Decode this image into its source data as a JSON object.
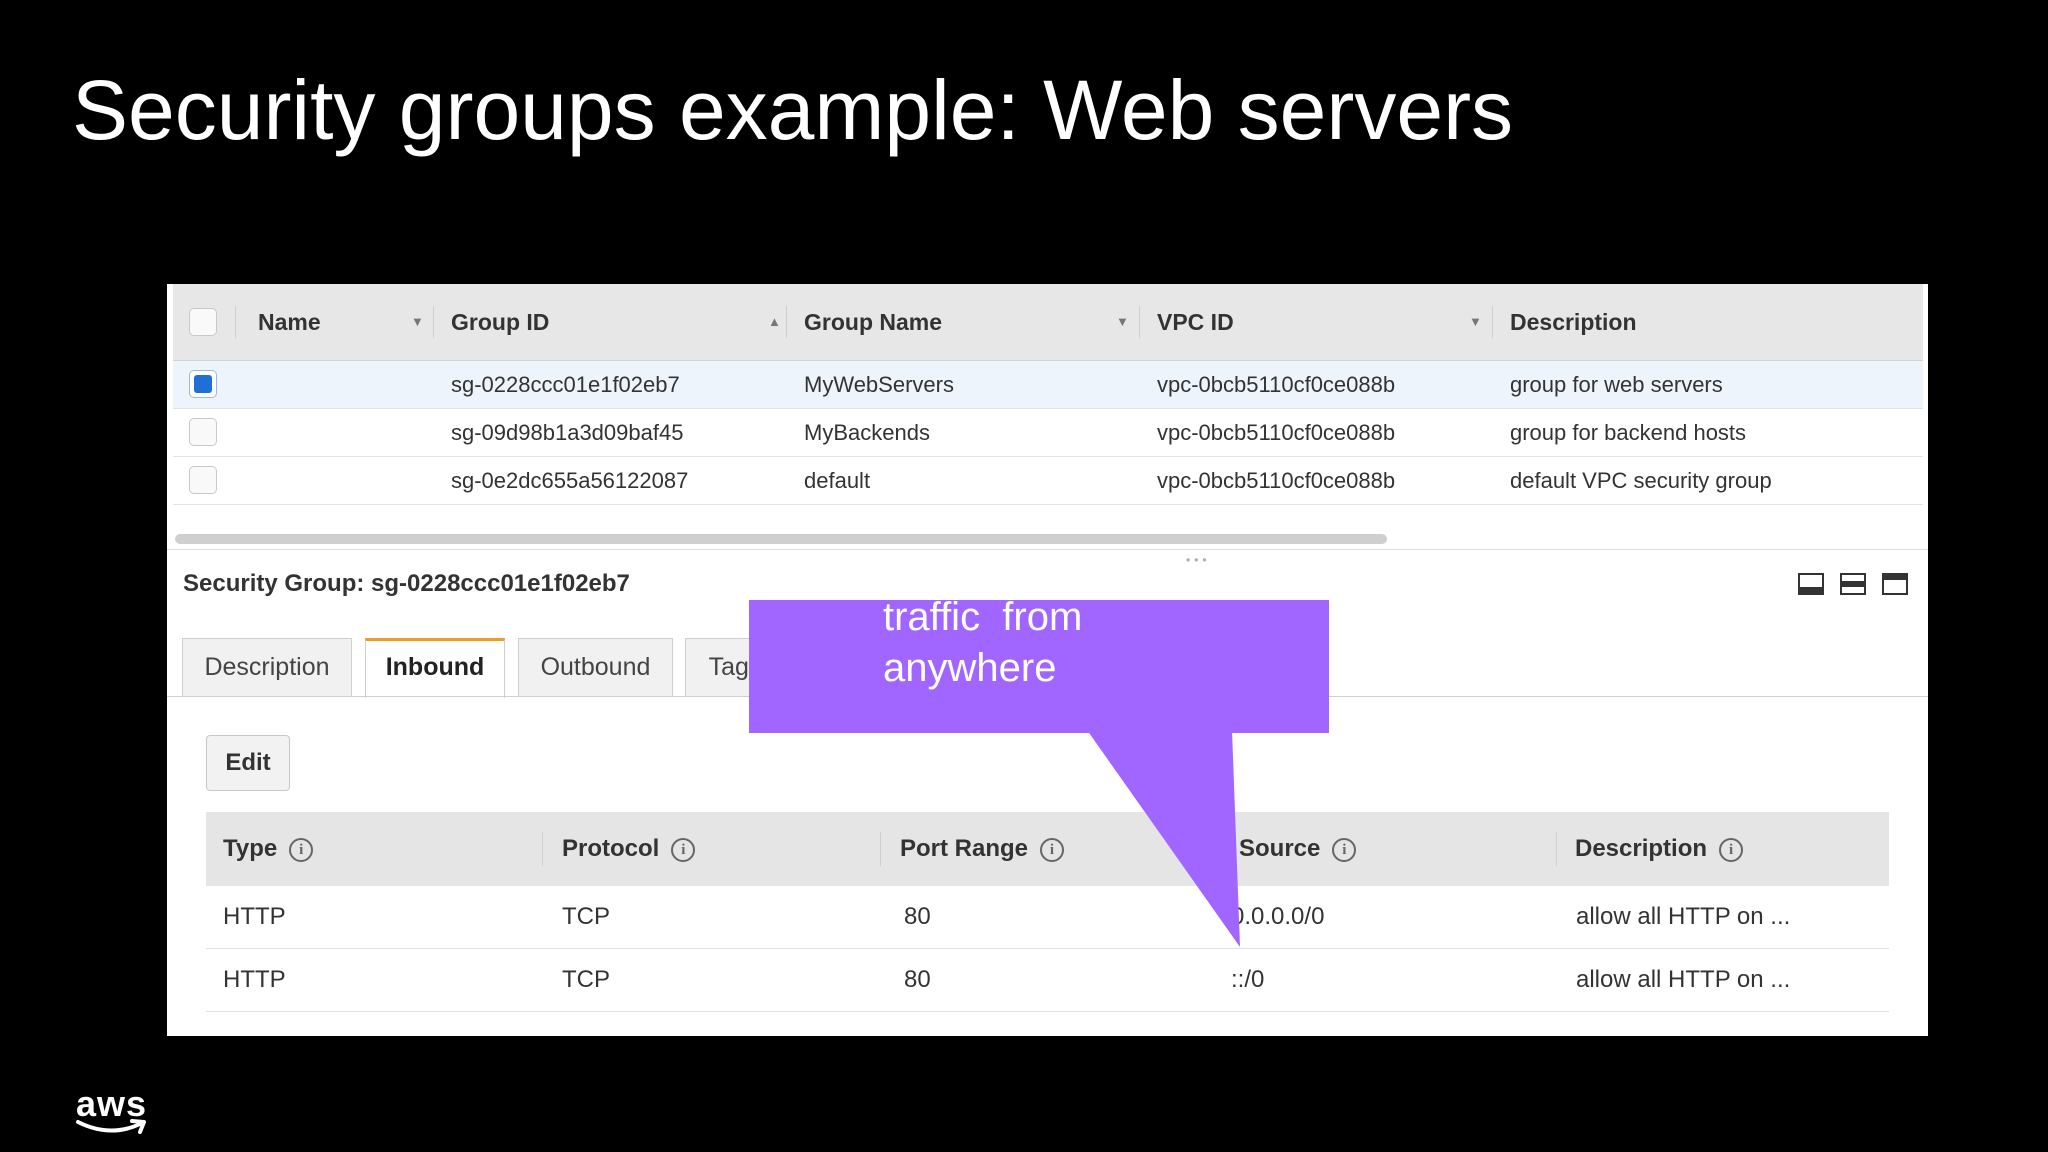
{
  "slide": {
    "title": "Security groups example: Web servers",
    "brand": "aws"
  },
  "sg_table": {
    "columns": [
      "Name",
      "Group ID",
      "Group Name",
      "VPC ID",
      "Description"
    ],
    "rows": [
      {
        "selected": true,
        "name": "",
        "group_id": "sg-0228ccc01e1f02eb7",
        "group_name": "MyWebServers",
        "vpc_id": "vpc-0bcb5110cf0ce088b",
        "description": "group for web servers"
      },
      {
        "selected": false,
        "name": "",
        "group_id": "sg-09d98b1a3d09baf45",
        "group_name": "MyBackends",
        "vpc_id": "vpc-0bcb5110cf0ce088b",
        "description": "group for backend hosts"
      },
      {
        "selected": false,
        "name": "",
        "group_id": "sg-0e2dc655a56122087",
        "group_name": "default",
        "vpc_id": "vpc-0bcb5110cf0ce088b",
        "description": "default VPC security group"
      }
    ]
  },
  "detail": {
    "title": "Security Group: sg-0228ccc01e1f02eb7",
    "tabs": [
      "Description",
      "Inbound",
      "Outbound",
      "Tags"
    ],
    "active_tab": "Inbound",
    "edit_label": "Edit",
    "rules_columns": [
      "Type",
      "Protocol",
      "Port Range",
      "Source",
      "Description"
    ],
    "rules": [
      {
        "type": "HTTP",
        "protocol": "TCP",
        "port_range": "80",
        "source": "0.0.0.0/0",
        "description": "allow all HTTP on ..."
      },
      {
        "type": "HTTP",
        "protocol": "TCP",
        "port_range": "80",
        "source": "::/0",
        "description": "allow all HTTP on ..."
      }
    ]
  },
  "callout": {
    "text": "traffic  from\nanywhere",
    "color": "#a066ff"
  },
  "icons": {
    "info": "info-icon",
    "sort": "sort-caret-icon",
    "layout": [
      "layout-bottom-icon",
      "layout-split-icon",
      "layout-top-icon"
    ]
  },
  "colors": {
    "selected_checkbox": "#1f6fd6",
    "active_tab_accent": "#ec9a2b",
    "background": "#000000"
  }
}
